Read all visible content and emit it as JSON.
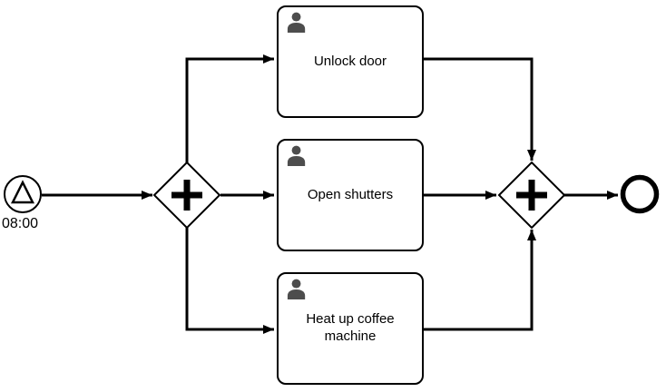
{
  "diagram": {
    "type": "bpmn-process",
    "colors": {
      "stroke": "#000000",
      "fill": "#ffffff",
      "user_icon": "#4d4d4d"
    },
    "start_event": {
      "label": "08:00",
      "icon": "signal-triangle-icon"
    },
    "split_gateway": {
      "icon": "parallel-plus-icon"
    },
    "join_gateway": {
      "icon": "parallel-plus-icon"
    },
    "tasks": [
      {
        "label": "Unlock door",
        "icon": "user-icon"
      },
      {
        "label": "Open shutters",
        "icon": "user-icon"
      },
      {
        "label": "Heat up coffee machine",
        "icon": "user-icon"
      }
    ],
    "end_event": {}
  }
}
